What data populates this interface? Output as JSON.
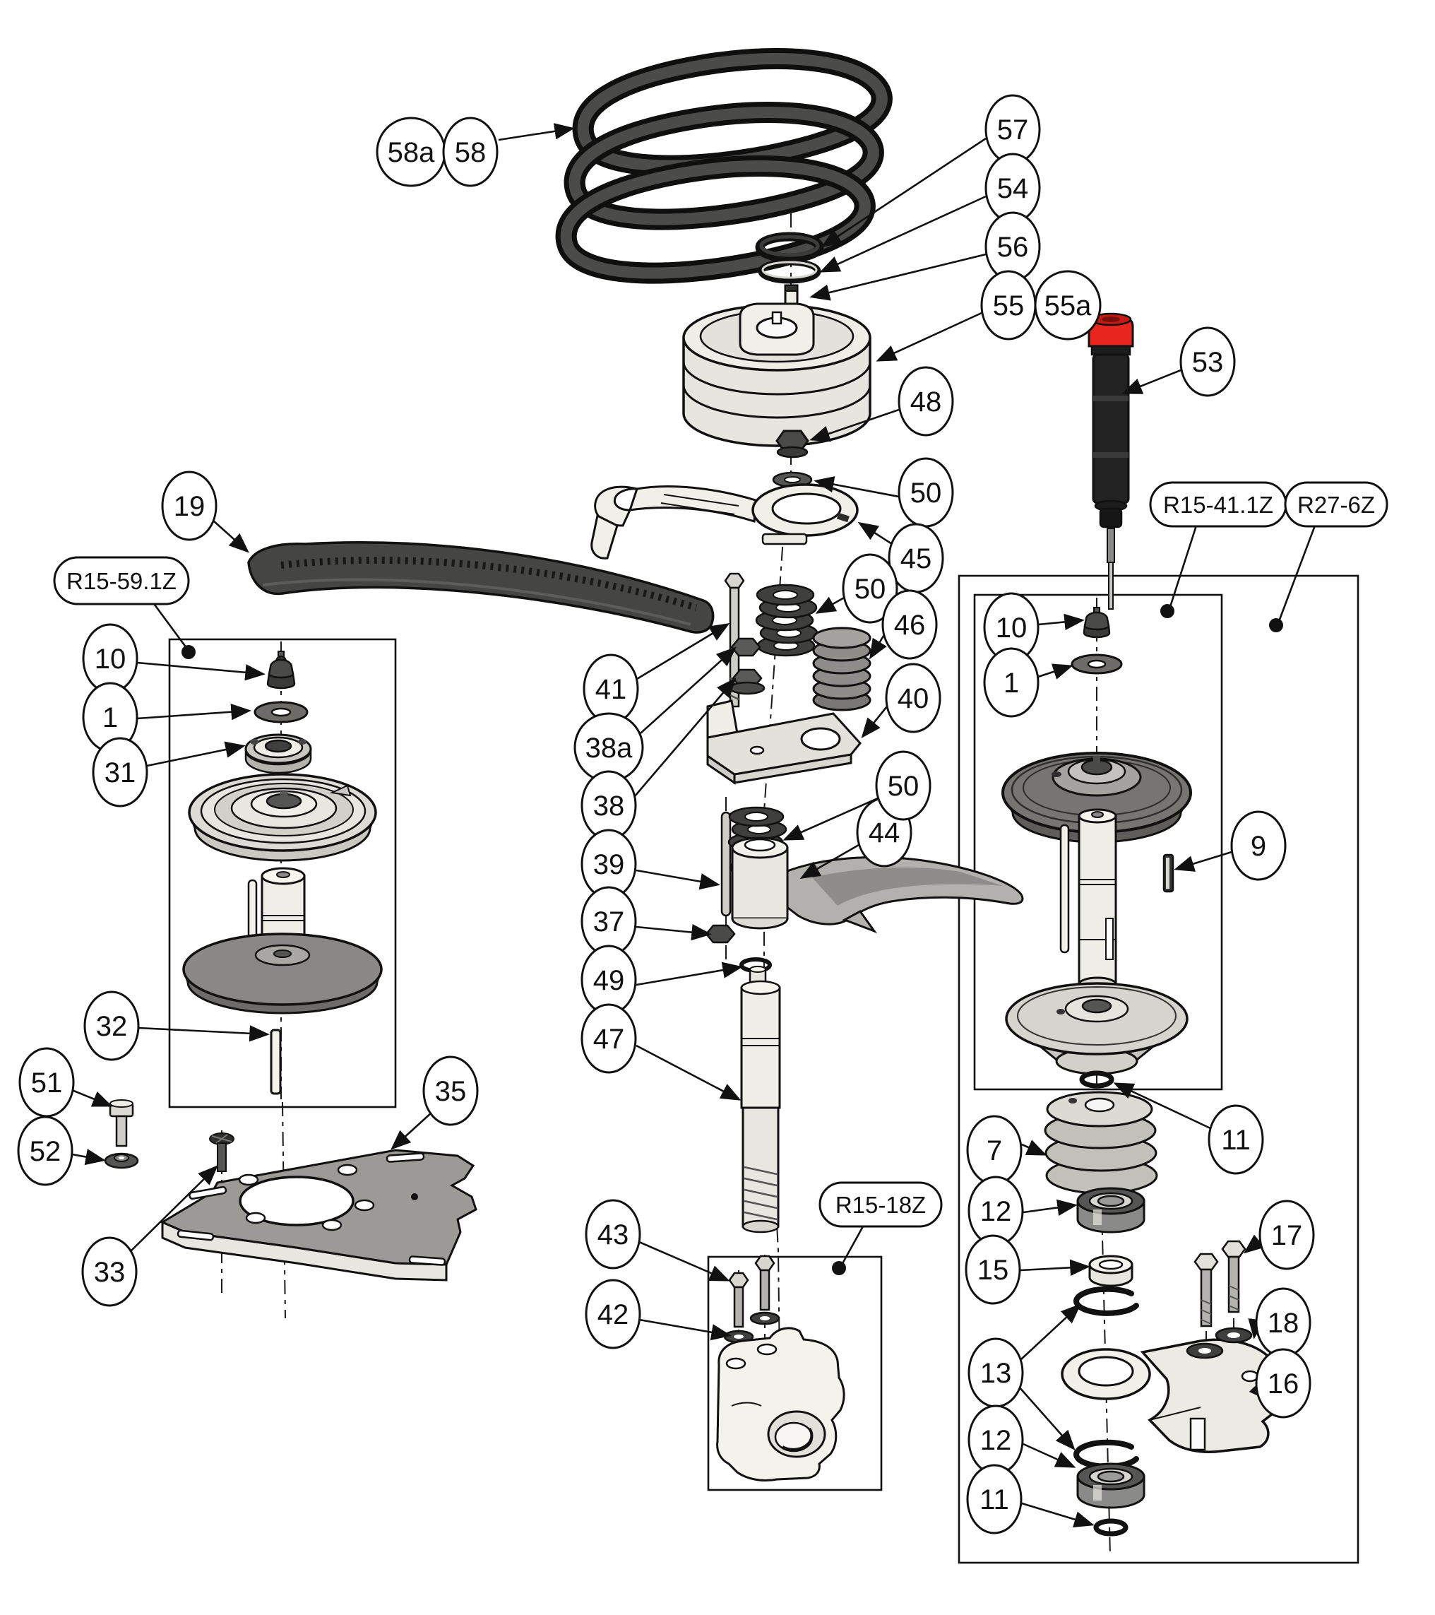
{
  "diagram": {
    "type": "exploded-parts-diagram",
    "background": "#ffffff",
    "line_color": "#111111",
    "accent_red": "#e8251f",
    "belt_color": "#4b4b49",
    "balloons": [
      {
        "id": "58a",
        "text": "58a"
      },
      {
        "id": "58",
        "text": "58"
      },
      {
        "id": "57",
        "text": "57"
      },
      {
        "id": "54",
        "text": "54"
      },
      {
        "id": "56",
        "text": "56"
      },
      {
        "id": "55",
        "text": "55"
      },
      {
        "id": "55a",
        "text": "55a"
      },
      {
        "id": "48",
        "text": "48"
      },
      {
        "id": "50-top",
        "text": "50"
      },
      {
        "id": "53",
        "text": "53"
      },
      {
        "id": "19",
        "text": "19"
      },
      {
        "id": "45",
        "text": "45"
      },
      {
        "id": "50-mid",
        "text": "50"
      },
      {
        "id": "46",
        "text": "46"
      },
      {
        "id": "40",
        "text": "40"
      },
      {
        "id": "41",
        "text": "41"
      },
      {
        "id": "38a",
        "text": "38a"
      },
      {
        "id": "38",
        "text": "38"
      },
      {
        "id": "39",
        "text": "39"
      },
      {
        "id": "37",
        "text": "37"
      },
      {
        "id": "49",
        "text": "49"
      },
      {
        "id": "47",
        "text": "47"
      },
      {
        "id": "44",
        "text": "44"
      },
      {
        "id": "50-low",
        "text": "50"
      },
      {
        "id": "10-left",
        "text": "10"
      },
      {
        "id": "1-left",
        "text": "1"
      },
      {
        "id": "31",
        "text": "31"
      },
      {
        "id": "32",
        "text": "32"
      },
      {
        "id": "51",
        "text": "51"
      },
      {
        "id": "52",
        "text": "52"
      },
      {
        "id": "35",
        "text": "35"
      },
      {
        "id": "33",
        "text": "33"
      },
      {
        "id": "43",
        "text": "43"
      },
      {
        "id": "42",
        "text": "42"
      },
      {
        "id": "10-right",
        "text": "10"
      },
      {
        "id": "1-right",
        "text": "1"
      },
      {
        "id": "9",
        "text": "9"
      },
      {
        "id": "11-upper",
        "text": "11"
      },
      {
        "id": "7",
        "text": "7"
      },
      {
        "id": "12-upper",
        "text": "12"
      },
      {
        "id": "15",
        "text": "15"
      },
      {
        "id": "17",
        "text": "17"
      },
      {
        "id": "18",
        "text": "18"
      },
      {
        "id": "13",
        "text": "13"
      },
      {
        "id": "16",
        "text": "16"
      },
      {
        "id": "12-lower",
        "text": "12"
      },
      {
        "id": "11-lower",
        "text": "11"
      }
    ],
    "ref_boxes": [
      {
        "id": "left-assembly",
        "label": "R15-59.1Z"
      },
      {
        "id": "right-inner-assembly",
        "label": "R15-41.1Z"
      },
      {
        "id": "right-outer-assembly",
        "label": "R27-6Z"
      },
      {
        "id": "bottom-housing",
        "label": "R15-18Z"
      }
    ]
  }
}
